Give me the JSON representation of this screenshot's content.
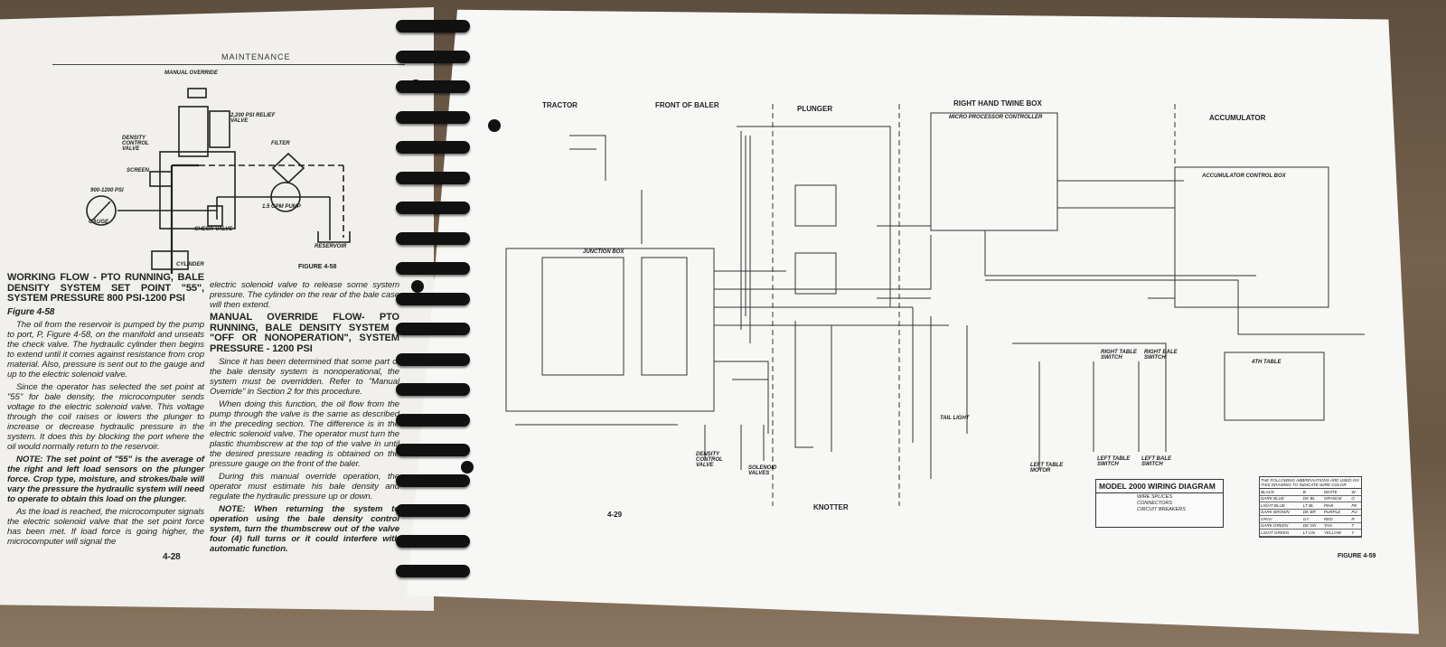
{
  "left_page": {
    "header": "MAINTENANCE",
    "figure_labels": {
      "manual_override": "MANUAL OVERRIDE",
      "relief_valve": "2,200 PSI RELIEF VALVE",
      "density_valve": "DENSITY CONTROL VALVE",
      "filter": "FILTER",
      "screen": "SCREEN",
      "gauge_range": "900-1200 PSI",
      "gauge": "GAUGE",
      "pump": "1.5 GPM PUMP",
      "check_valve": "CHECK VALVE",
      "reservoir": "RESERVOIR",
      "cylinder": "CYLINDER"
    },
    "figure_caption": "FIGURE 4-58",
    "col1": {
      "heading": "WORKING FLOW - PTO RUNNING, BALE DENSITY SYSTEM SET POINT \"55\", SYSTEM PRESSURE 800 PSI-1200 PSI",
      "subheading": "Figure 4-58",
      "p1": "The oil from the reservoir is pumped by the pump to port, P, Figure 4-58, on the manifold and unseats the check valve. The hydraulic cylinder then begins to extend until it comes against resistance from crop material. Also, pressure is sent out to the gauge and up to the electric solenoid valve.",
      "p2": "Since the operator has selected the set point at \"55\" for bale density, the microcomputer sends voltage to the electric solenoid valve. This voltage through the coil raises or lowers the plunger to increase or decrease hydraulic pressure in the system. It does this by blocking the port where the oil would normally return to the reservoir.",
      "note": "NOTE: The set point of \"55\" is the average of the right and left load sensors on the plunger force. Crop type, moisture, and strokes/bale will vary the pressure the hydraulic system will need to operate to obtain this load on the plunger.",
      "p3": "As the load is reached, the microcomputer signals the electric solenoid valve that the set point force has been met. If load force is going higher, the microcomputer will signal the"
    },
    "col2": {
      "p0": "electric solenoid valve to release some system pressure. The cylinder on the rear of the bale case will then extend.",
      "heading": "MANUAL OVERRIDE FLOW- PTO RUNNING, BALE DENSITY SYSTEM - \"OFF OR NONOPERATION\", SYSTEM PRESSURE - 1200 PSI",
      "p1": "Since it has been determined that some part of the bale density system is nonoperational, the system must be overridden. Refer to \"Manual Override\" in Section 2 for this procedure.",
      "p2": "When doing this function, the oil flow from the pump through the valve is the same as described in the preceding section. The difference is in the electric solenoid valve. The operator must turn the plastic thumbscrew at the top of the valve in until the desired pressure reading is obtained on the pressure gauge on the front of the baler.",
      "p3": "During this manual override operation, the operator must estimate his bale density and regulate the hydraulic pressure up or down.",
      "note": "NOTE: When returning the system to operation using the bale density control system, turn the thumbscrew out of the valve four (4) full turns or it could interfere with automatic function."
    },
    "page_number": "4-28"
  },
  "right_page": {
    "sections": {
      "tractor": "TRACTOR",
      "front": "FRONT OF BALER",
      "plunger": "PLUNGER",
      "twine_box": "RIGHT HAND TWINE BOX",
      "accumulator": "ACCUMULATOR",
      "knotter": "KNOTTER",
      "junction_box": "JUNCTION BOX",
      "micro_controller": "MICRO PROCESSOR CONTROLLER",
      "accum_box": "ACCUMULATOR CONTROL BOX",
      "table_4th": "4TH TABLE"
    },
    "labels": {
      "density_valve": "DENSITY CONTROL VALVE",
      "solenoid_valves": "SOLENOID VALVES",
      "tail_light": "TAIL LIGHT",
      "left_table_motor": "LEFT TABLE MOTOR",
      "right_table_switch": "RIGHT TABLE SWITCH",
      "right_bale_switch": "RIGHT BALE SWITCH",
      "left_table_switch": "LEFT TABLE SWITCH",
      "left_bale_switch": "LEFT BALE SWITCH"
    },
    "legend": {
      "title": "MODEL 2000 WIRING DIAGRAM",
      "splices": "WIRE SPLICES",
      "connectors": "CONNECTORS",
      "breakers": "CIRCUIT BREAKERS"
    },
    "abbreviations": {
      "header": "THE FOLLOWING ABBREVIATIONS ARE USED ON THIS DRAWING TO INDICATE WIRE COLOR",
      "rows": [
        [
          "BLACK",
          "B",
          "WHITE",
          "W"
        ],
        [
          "DARK BLUE",
          "DK BL",
          "ORANGE",
          "O"
        ],
        [
          "LIGHT BLUE",
          "LT BL",
          "PINK",
          "PK"
        ],
        [
          "DARK BROWN",
          "DK BR",
          "PURPLE",
          "PU"
        ],
        [
          "GRAY",
          "GY",
          "RED",
          "R"
        ],
        [
          "DARK GREEN",
          "DK GN",
          "TAN",
          "T"
        ],
        [
          "LIGHT GREEN",
          "LT GN",
          "YELLOW",
          "Y"
        ]
      ]
    },
    "page_number": "4-29",
    "figure_caption": "FIGURE 4-59"
  }
}
